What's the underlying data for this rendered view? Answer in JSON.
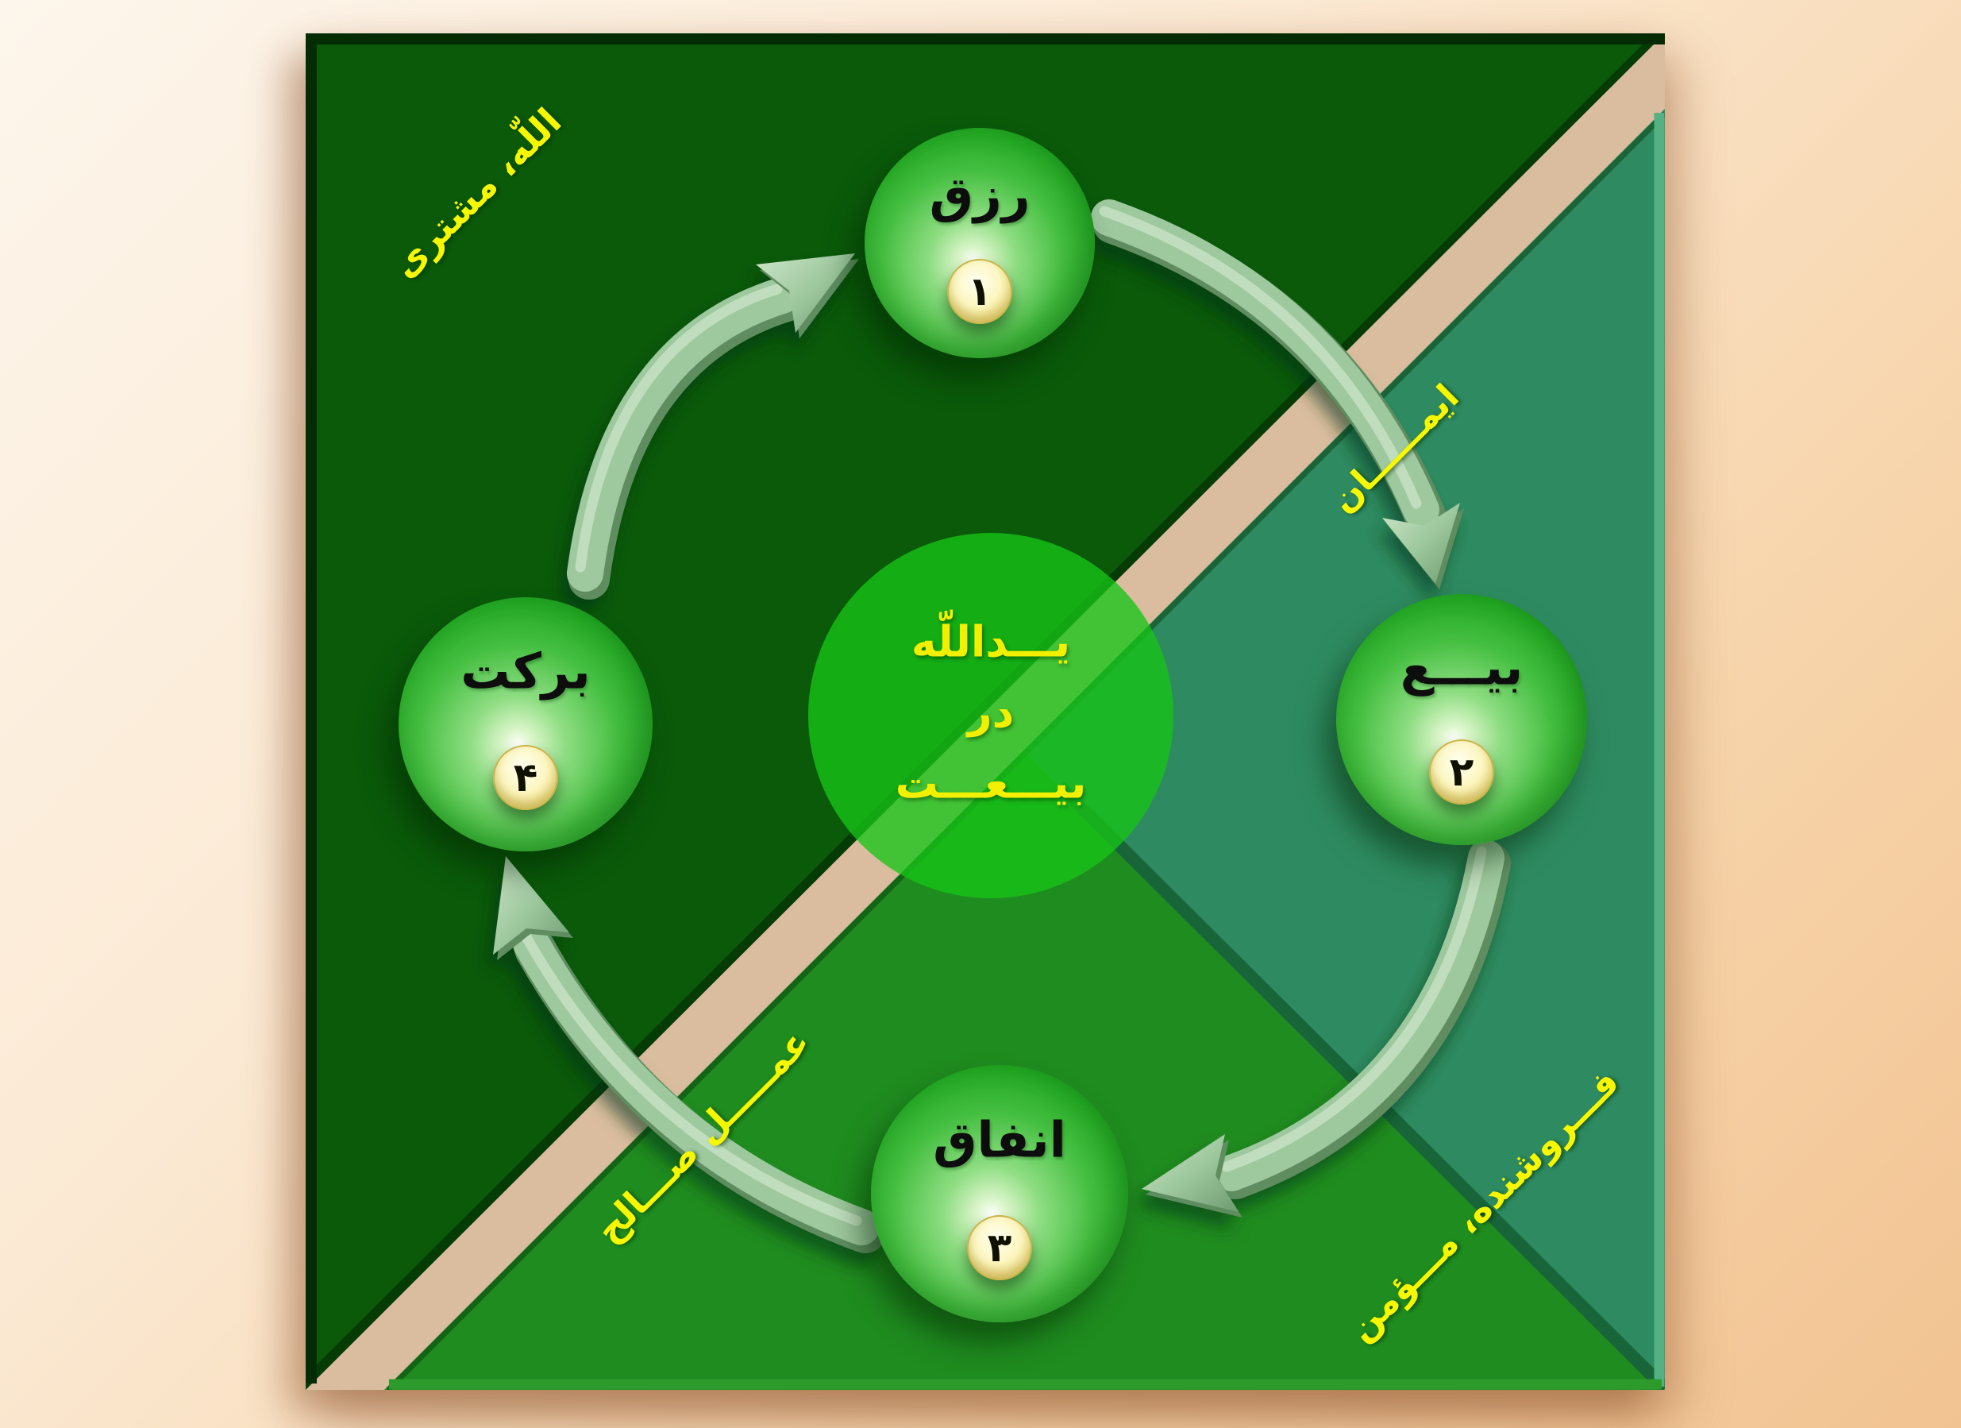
{
  "title": "cycle-of-rizq-diagram",
  "corner_labels": {
    "top_left": "اللّه، مشتری",
    "right": "ايمــــــان",
    "bottom_left": "عمـــــل صـــالح",
    "bottom_right": "فـــروشنده، مـــؤمن"
  },
  "center_circle": {
    "line1": "يـــداللّه",
    "line2": "در",
    "line3": "بيـــعـــت"
  },
  "nodes": [
    {
      "label": "رزق",
      "number": "۱"
    },
    {
      "label": "بيـــع",
      "number": "۲"
    },
    {
      "label": "انفاق",
      "number": "۳"
    },
    {
      "label": "برکت",
      "number": "۴"
    }
  ],
  "colors": {
    "background_peach": "#f7d4aa",
    "triangle_dark_green": "#0a5a0a",
    "triangle_teal": "#2e8b61",
    "triangle_grass_green": "#1f8c1f",
    "diagonal_stripe_tan": "#d9bd9e",
    "center_circle_green": "#17c417",
    "sphere_green": "#2eb82e",
    "badge_yellow": "#f2e382",
    "label_yellow": "#f7f800",
    "arrow_sage_green": "#9ec89e",
    "node_text_black": "#0d0d0d"
  }
}
